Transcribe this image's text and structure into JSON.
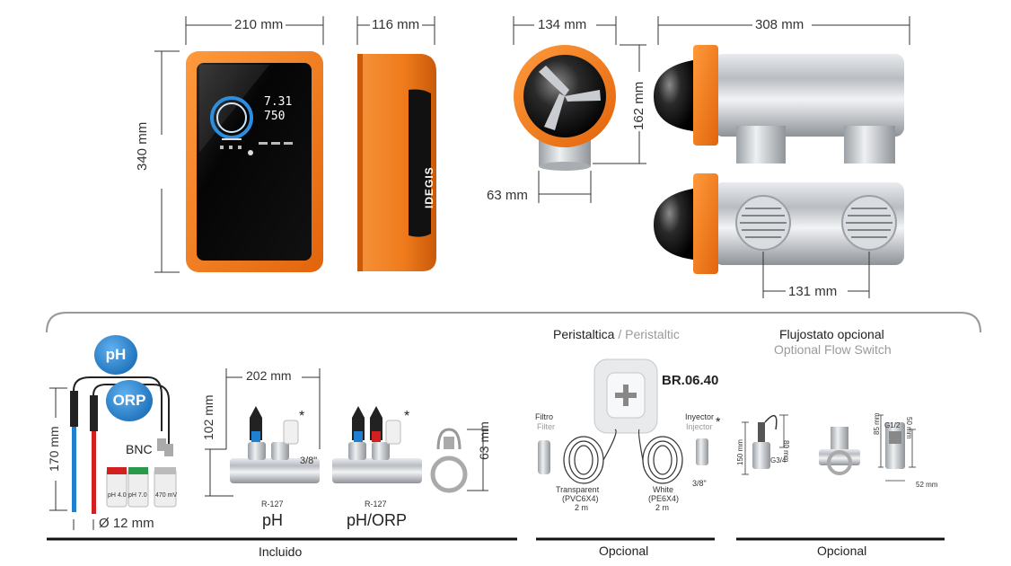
{
  "dimensions": {
    "width_front": "210 mm",
    "depth_side": "116 mm",
    "height_front": "340 mm",
    "cell_diameter": "134 mm",
    "cell_length": "308 mm",
    "cell_height": "162 mm",
    "cell_outlet": "63 mm",
    "cell_port_spacing": "131 mm",
    "probe_length": "170 mm",
    "probe_diameter": "Ø 12 mm",
    "holder_length": "202 mm",
    "holder_height": "102 mm",
    "clamp_height": "63 mm",
    "thread": "3/8\""
  },
  "controller": {
    "display_line1": "7.31",
    "display_line2": "750",
    "brand": "IDEGIS"
  },
  "probes": {
    "ph_bubble": "pH",
    "orp_bubble": "ORP",
    "bnc": "BNC",
    "buffer1": "pH 4.0",
    "buffer2": "pH 7.0",
    "buffer3": "470 mV"
  },
  "holders": {
    "code1": "R-127",
    "code2": "R-127",
    "label_ph": "pH",
    "label_phorp": "pH/ORP",
    "asterisk": "*"
  },
  "peristaltic": {
    "title_es": "Peristaltica",
    "title_sep": " / ",
    "title_en": "Peristaltic",
    "model": "BR.06.40",
    "filter_es": "Filtro",
    "filter_en": "Filter",
    "injector_es": "Inyector",
    "injector_en": "Injector",
    "tube1_name": "Transparent",
    "tube1_code": "(PVC6X4)",
    "tube1_len": "2 m",
    "tube2_name": "White",
    "tube2_code": "(PE6X4)",
    "tube2_len": "2 m",
    "thread": "3/8\""
  },
  "flowswitch": {
    "title_es": "Flujostato opcional",
    "title_en": "Optional Flow Switch",
    "d80": "80 mm",
    "d150": "150 mm",
    "g34": "G3/4",
    "d85": "85 mm",
    "g12": "G1/2",
    "d50": "50 mm",
    "d52": "52 mm"
  },
  "footer": {
    "included": "Incluido",
    "optional1": "Opcional",
    "optional2": "Opcional"
  },
  "colors": {
    "orange": "#f07a1a",
    "dark_orange": "#d9610a",
    "panel": "#0d0d0d",
    "metal": "#c9ccd0",
    "ph_blue": "#1f7fd0",
    "orp_red": "#d21f1f"
  }
}
